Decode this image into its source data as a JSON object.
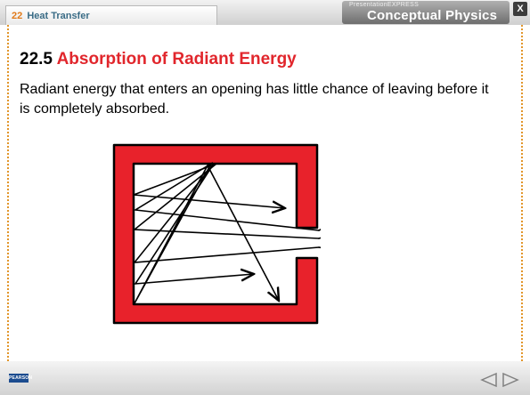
{
  "header": {
    "chapter_number": "22",
    "chapter_title": "Heat Transfer",
    "brand_small": "PresentationEXPRESS",
    "brand_big": "Conceptual Physics",
    "close_label": "X"
  },
  "slide": {
    "section_number": "22.5",
    "section_title": "Absorption of Radiant Energy",
    "body": "Radiant energy that enters an opening has little chance of leaving before it is completely absorbed."
  },
  "footer": {
    "logo_text": "PEARSON"
  },
  "colors": {
    "accent_red": "#e1262c",
    "chapter_orange": "#e07a1a",
    "chapter_blue": "#3a6c86",
    "frame_dots": "#e2962b"
  },
  "icons": {
    "prev": "left-triangle-icon",
    "next": "right-triangle-icon",
    "close": "close-icon"
  }
}
